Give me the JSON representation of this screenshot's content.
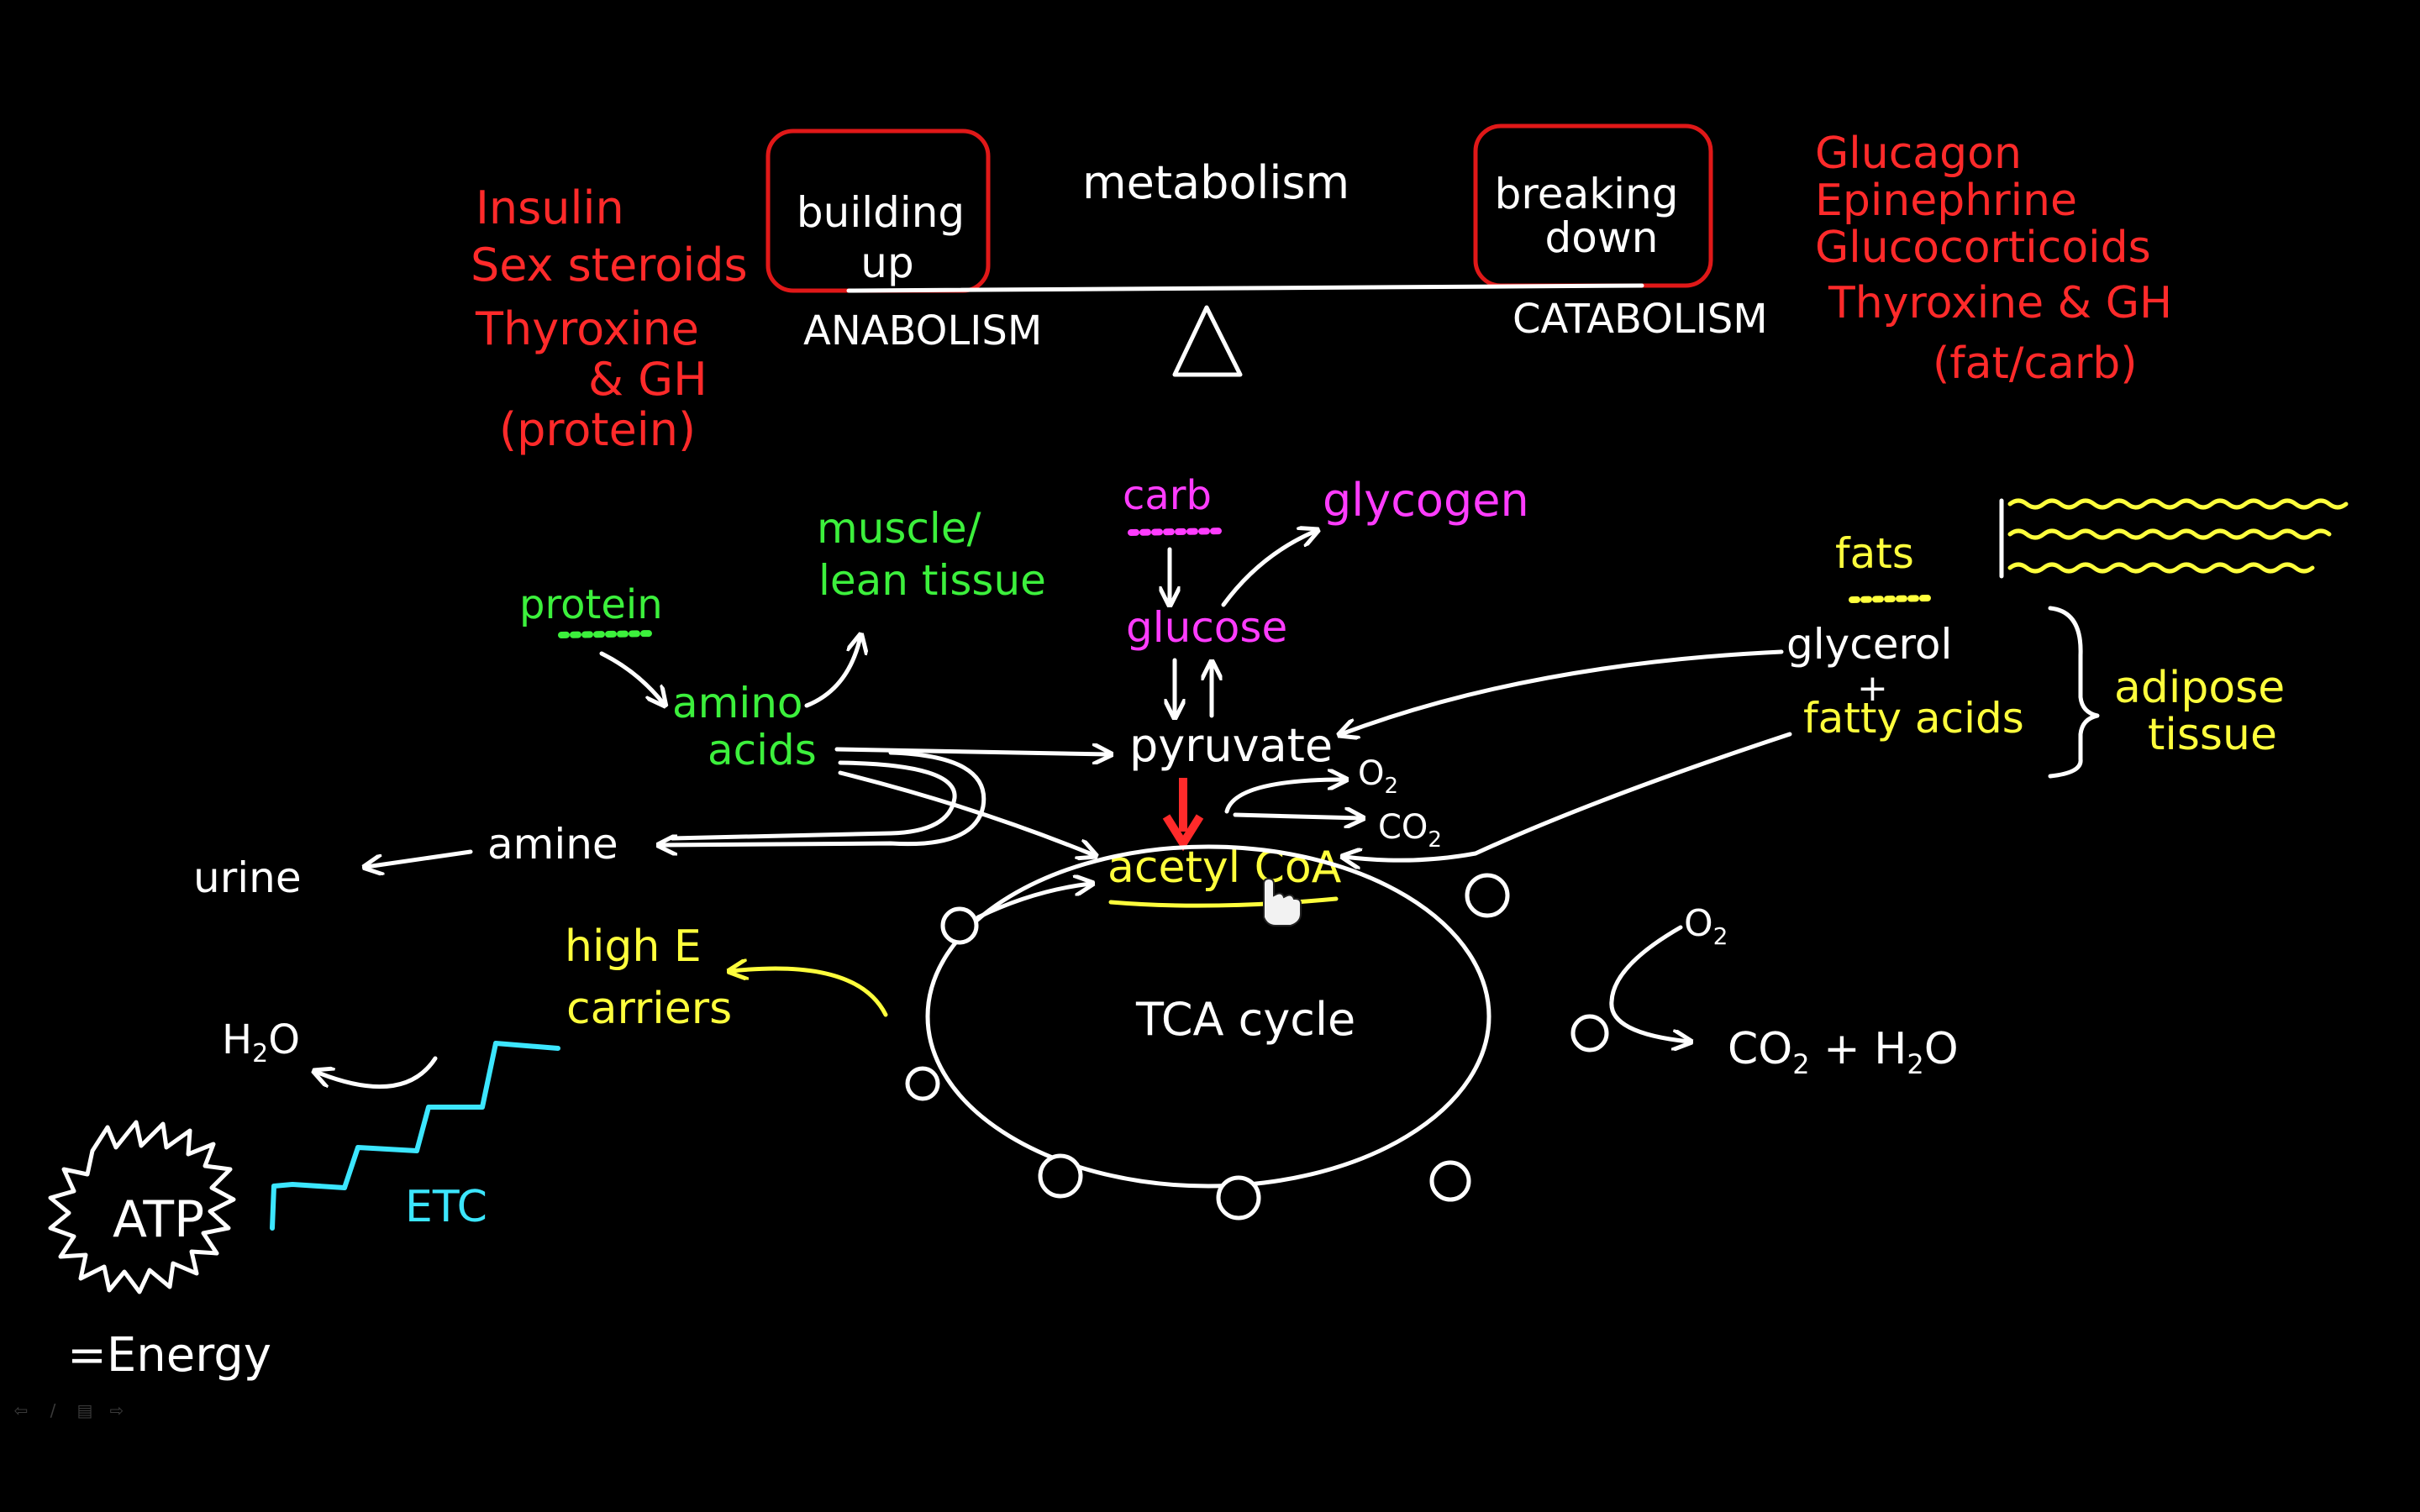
{
  "colors": {
    "background": "#000000",
    "white": "#ffffff",
    "red": "#ff2a2a",
    "green": "#3cf03c",
    "magenta": "#ff3cff",
    "yellow": "#ffff3c",
    "cyan": "#3ce6ff"
  },
  "header": {
    "title": "metabolism",
    "building_up": [
      "building",
      "up"
    ],
    "breaking_down": [
      "breaking",
      "down"
    ],
    "anabolism": "ANABOLISM",
    "catabolism": "CATABOLISM"
  },
  "anabolic_hormones": [
    "Insulin",
    "Sex steroids",
    "Thyroxine",
    "& GH",
    "(protein)"
  ],
  "catabolic_hormones": [
    "Glucagon",
    "Epinephrine",
    "Glucocorticoids",
    "Thyroxine & GH",
    "(fat/carb)"
  ],
  "protein_path": {
    "protein": "protein",
    "amino": "amino",
    "acids": "acids",
    "muscle": "muscle/",
    "lean": "lean tissue",
    "amine": "amine",
    "urine": "urine"
  },
  "carb_path": {
    "carb": "carb",
    "glucose": "glucose",
    "glycogen": "glycogen",
    "pyruvate": "pyruvate",
    "o2": "O",
    "o2_sub": "2",
    "co2": "CO",
    "co2_sub": "2",
    "acetyl": "acetyl CoA"
  },
  "fat_path": {
    "fats": "fats",
    "glycerol": "glycerol",
    "plus": "+",
    "fatty": "fatty acids",
    "adipose": "adipose",
    "tissue": "tissue"
  },
  "cycle": {
    "label": "TCA cycle",
    "o2": "O",
    "o2_sub": "2",
    "products": [
      "CO",
      "2",
      " + H",
      "2",
      "O"
    ]
  },
  "energy": {
    "high_e": "high E",
    "carriers": "carriers",
    "h2o": [
      "H",
      "2",
      "O"
    ],
    "etc": "ETC",
    "atp": "ATP",
    "energy": "=Energy"
  },
  "toolbar": {
    "prev": "⇦",
    "pen": "/",
    "menu": "▤",
    "next": "⇨"
  }
}
